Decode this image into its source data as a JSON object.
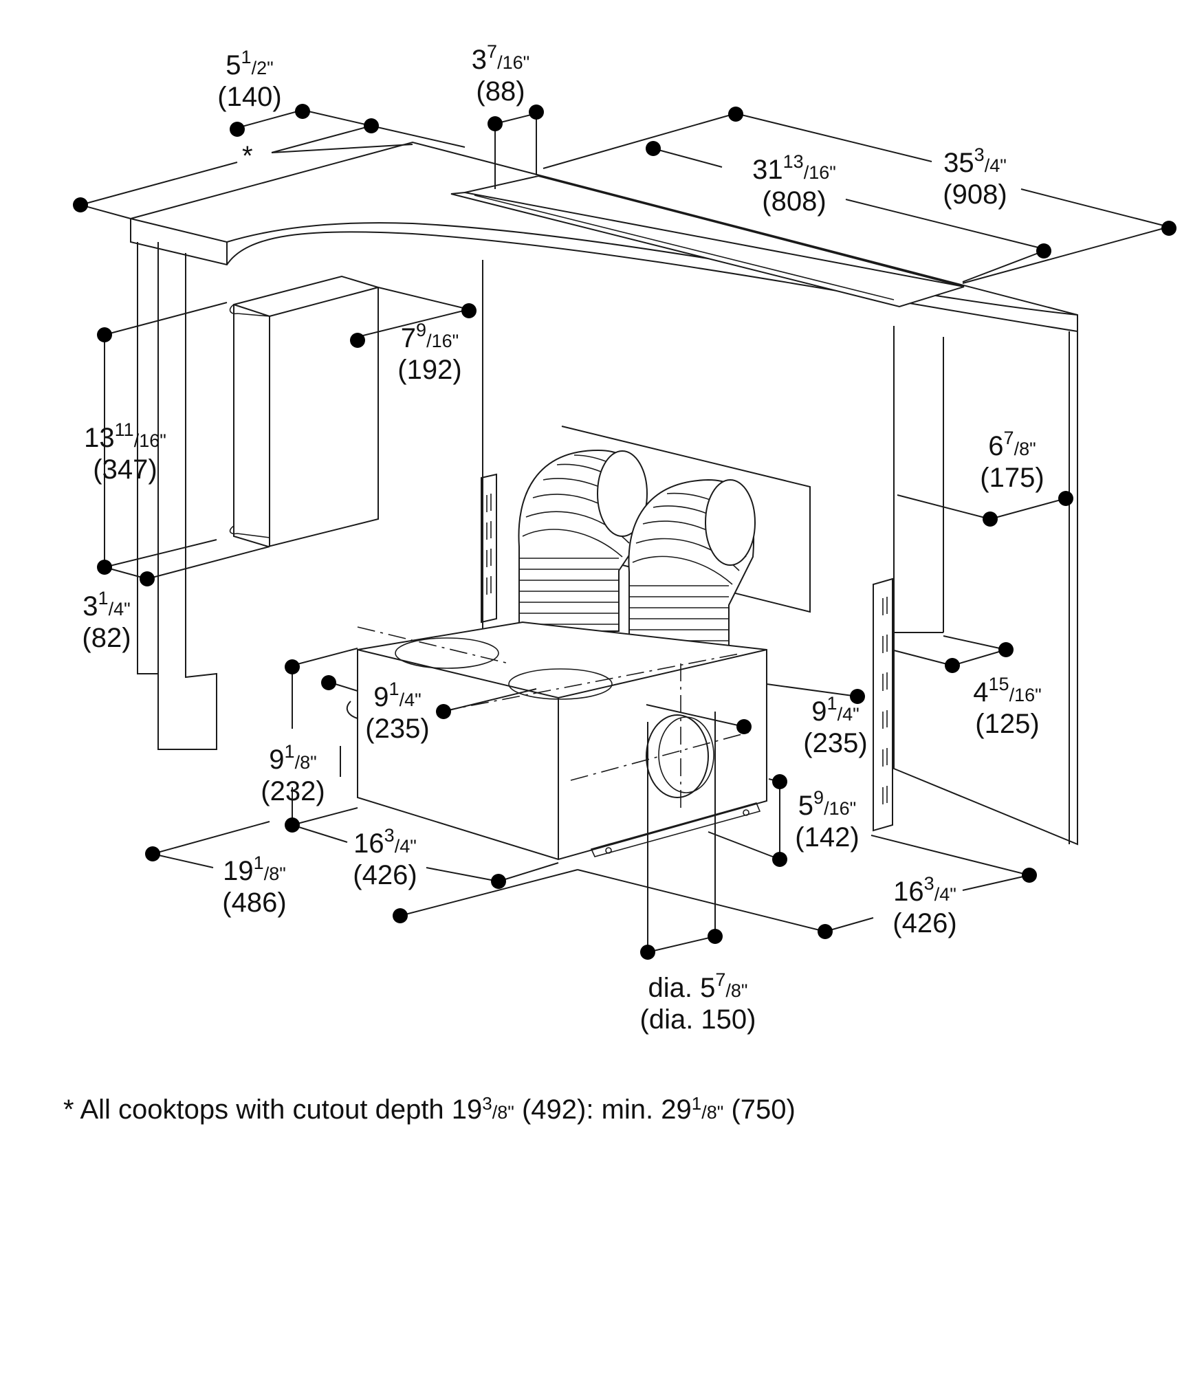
{
  "diagram": {
    "dimensions": [
      {
        "id": "d1",
        "whole": "5",
        "num": "1",
        "den": "2",
        "unit": "\"",
        "metric": "(140)"
      },
      {
        "id": "d2",
        "whole": "3",
        "num": "7",
        "den": "16",
        "unit": "\"",
        "metric": "(88)"
      },
      {
        "id": "d3",
        "whole": "31",
        "num": "13",
        "den": "16",
        "unit": "\"",
        "metric": "(808)"
      },
      {
        "id": "d4",
        "whole": "35",
        "num": "3",
        "den": "4",
        "unit": "\"",
        "metric": "(908)"
      },
      {
        "id": "d5",
        "whole": "7",
        "num": "9",
        "den": "16",
        "unit": "\"",
        "metric": "(192)"
      },
      {
        "id": "d6",
        "whole": "13",
        "num": "11",
        "den": "16",
        "unit": "\"",
        "metric": "(347)"
      },
      {
        "id": "d7",
        "whole": "6",
        "num": "7",
        "den": "8",
        "unit": "\"",
        "metric": "(175)"
      },
      {
        "id": "d8",
        "whole": "3",
        "num": "1",
        "den": "4",
        "unit": "\"",
        "metric": "(82)"
      },
      {
        "id": "d9",
        "whole": "9",
        "num": "1",
        "den": "4",
        "unit": "\"",
        "metric": "(235)"
      },
      {
        "id": "d10",
        "whole": "9",
        "num": "1",
        "den": "4",
        "unit": "\"",
        "metric": "(235)"
      },
      {
        "id": "d11",
        "whole": "4",
        "num": "15",
        "den": "16",
        "unit": "\"",
        "metric": "(125)"
      },
      {
        "id": "d12",
        "whole": "9",
        "num": "1",
        "den": "8",
        "unit": "\"",
        "metric": "(232)"
      },
      {
        "id": "d13",
        "whole": "5",
        "num": "9",
        "den": "16",
        "unit": "\"",
        "metric": "(142)"
      },
      {
        "id": "d14",
        "whole": "16",
        "num": "3",
        "den": "4",
        "unit": "\"",
        "metric": "(426)"
      },
      {
        "id": "d15",
        "whole": "19",
        "num": "1",
        "den": "8",
        "unit": "\"",
        "metric": "(486)"
      },
      {
        "id": "d16",
        "whole": "16",
        "num": "3",
        "den": "4",
        "unit": "\"",
        "metric": "(426)"
      },
      {
        "id": "d17",
        "prefix": "dia. ",
        "whole": "5",
        "num": "7",
        "den": "8",
        "unit": "\"",
        "metric": "(dia. 150)"
      }
    ],
    "asterisk": "*"
  },
  "footnote": {
    "prefix": "* All cooktops with cutout depth 19",
    "num1": "3",
    "den1": "/8\"",
    "mid": " (492): min. 29",
    "num2": "1",
    "den2": "/8\"",
    "suffix": " (750)"
  }
}
